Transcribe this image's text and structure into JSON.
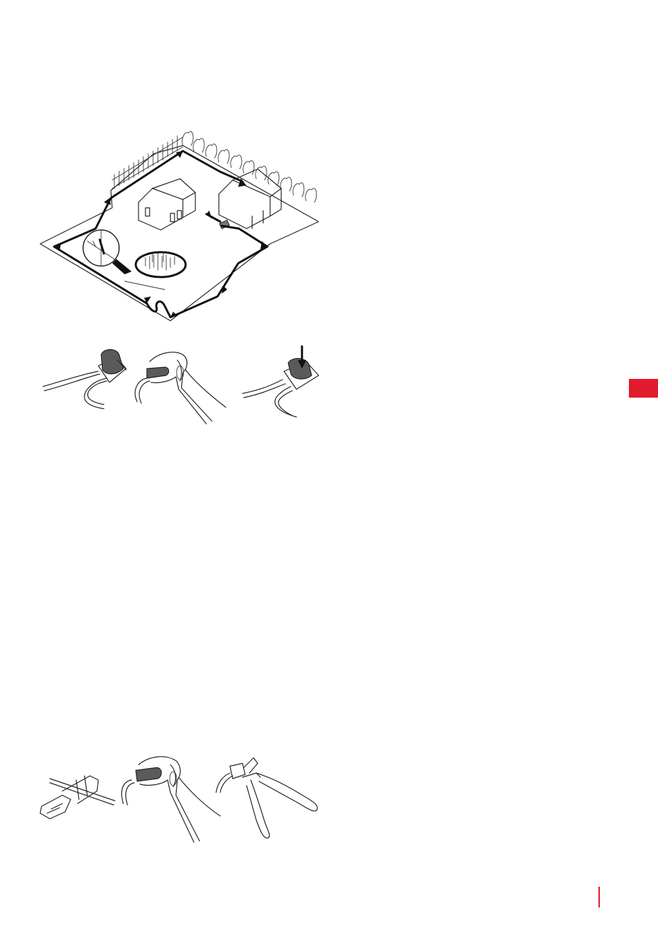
{
  "page": {
    "accent_color": "#e3192d",
    "rule_color": "#e3192d"
  },
  "figures": [
    {
      "name": "garden-boundary-wire-illustration"
    },
    {
      "name": "wire-connector-steps-illustration"
    },
    {
      "name": "wire-splice-tools-illustration"
    }
  ]
}
